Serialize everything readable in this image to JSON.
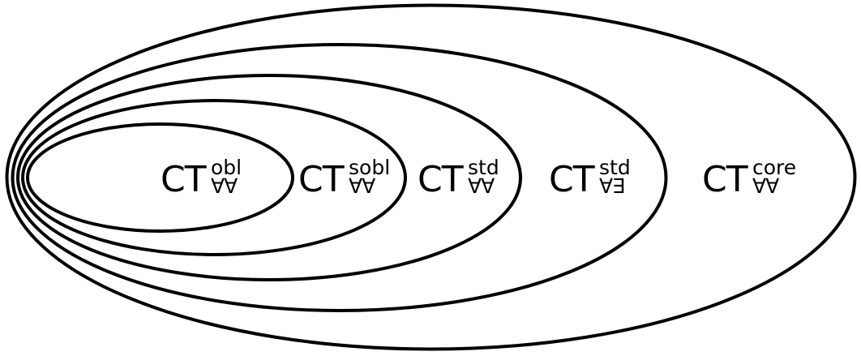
{
  "diagram": {
    "type": "nested-ellipses (Euler/Venn containment)",
    "stroke_color": "#000000",
    "background": "#ffffff",
    "sets": [
      {
        "id": "ct-core-forall-forall",
        "base": "CT",
        "sup": "core",
        "sub": "∀∀",
        "level": 1
      },
      {
        "id": "ct-std-forall-exists",
        "base": "CT",
        "sup": "std",
        "sub": "∀∃",
        "level": 2
      },
      {
        "id": "ct-std-forall-forall",
        "base": "CT",
        "sup": "std",
        "sub": "∀∀",
        "level": 3
      },
      {
        "id": "ct-sobl-forall-forall",
        "base": "CT",
        "sup": "sobl",
        "sub": "∀∀",
        "level": 4
      },
      {
        "id": "ct-obl-forall-forall",
        "base": "CT",
        "sup": "obl",
        "sub": "∀∀",
        "level": 5
      }
    ],
    "relation": "CT^obl_∀∀ ⊂ CT^sobl_∀∀ ⊂ CT^std_∀∀ ⊂ CT^std_∀∃ ⊂ CT^core_∀∀"
  }
}
